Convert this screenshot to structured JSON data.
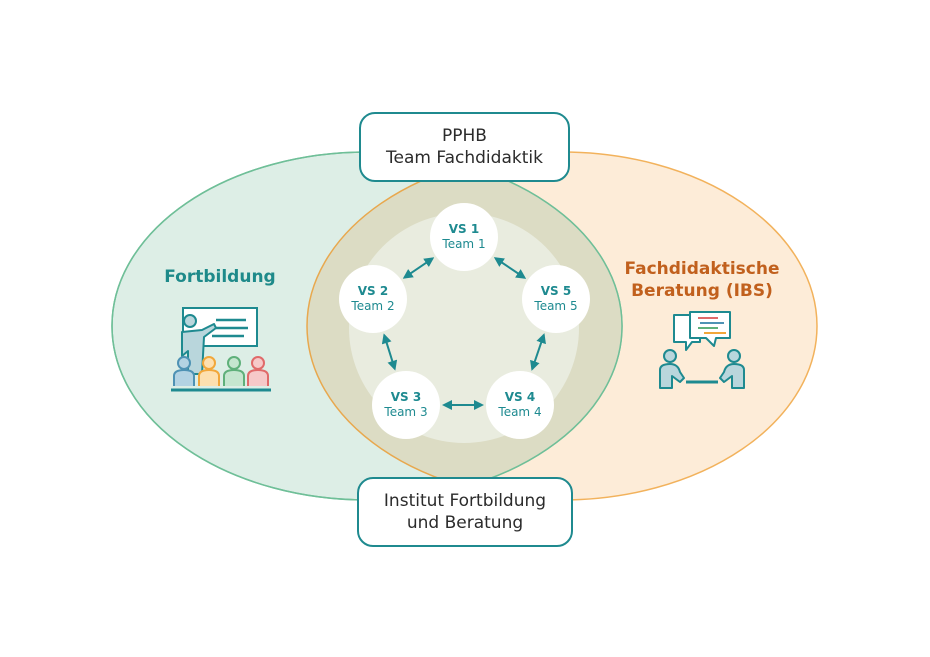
{
  "top_box": {
    "line1": "PPHB",
    "line2": "Team Fachdidaktik"
  },
  "bottom_box": {
    "line1": "Institut Fortbildung",
    "line2": "und Beratung"
  },
  "left_area": {
    "label": "Fortbildung",
    "icon": "teacher-classroom-icon"
  },
  "right_area": {
    "label_line1": "Fachdidaktische",
    "label_line2": "Beratung (IBS)",
    "icon": "consultation-dialog-icon"
  },
  "nodes": [
    {
      "id": "vs1",
      "title": "VS 1",
      "subtitle": "Team 1"
    },
    {
      "id": "vs2",
      "title": "VS 2",
      "subtitle": "Team 2"
    },
    {
      "id": "vs3",
      "title": "VS 3",
      "subtitle": "Team 3"
    },
    {
      "id": "vs4",
      "title": "VS 4",
      "subtitle": "Team 4"
    },
    {
      "id": "vs5",
      "title": "VS 5",
      "subtitle": "Team 5"
    }
  ],
  "connections": [
    [
      "vs1",
      "vs2"
    ],
    [
      "vs1",
      "vs5"
    ],
    [
      "vs2",
      "vs3"
    ],
    [
      "vs3",
      "vs4"
    ],
    [
      "vs4",
      "vs5"
    ]
  ],
  "colors": {
    "teal": "#1e8a90",
    "green_fill": "#ddeee6",
    "green_stroke": "#6fbf98",
    "orange_fill": "#fdecd8",
    "orange_stroke": "#f2b25c",
    "overlap_fill": "#dcdcc4",
    "inner_fill": "#e9ecdf",
    "orange_text": "#c1601d"
  }
}
